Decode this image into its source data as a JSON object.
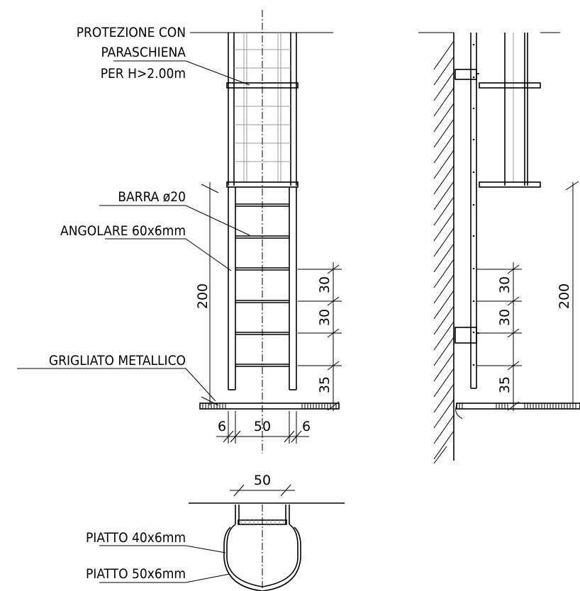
{
  "labels": {
    "protezione_line1": "PROTEZIONE  CON",
    "protezione_line2": "PARASCHIENA",
    "protezione_line3": "PER  H>2.00m",
    "barra": "BARRA  ø20",
    "angolare": "ANGOLARE  60x6mm",
    "grigliato": "GRIGLIATO  METALLICO",
    "piatto_40": "PIATTO  40x6mm",
    "piatto_50": "PIATTO  50x6mm"
  },
  "dimensions": {
    "front_height": "200",
    "front_step_top": "30",
    "front_step_mid": "30",
    "front_bottom": "35",
    "width_left": "6",
    "width_center": "50",
    "width_right": "6",
    "plan_width": "50",
    "side_step_top": "30",
    "side_step_mid": "30",
    "side_bottom": "35",
    "side_height": "200"
  }
}
